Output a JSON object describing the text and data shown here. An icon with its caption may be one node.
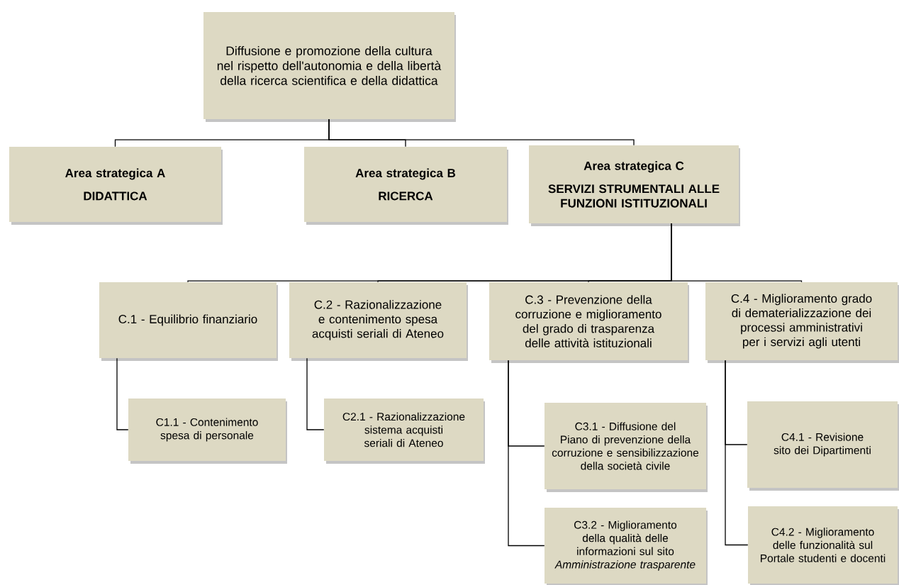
{
  "diagram": {
    "nodes": [
      {
        "text": [
          "Diffusione e promozione della cultura nel rispetto dell'autonomia e della libertà della ricerca scientifica e della didattica"
        ]
      },
      {
        "text": [
          "Area strategica A",
          "DIDATTICA"
        ]
      },
      {
        "text": [
          "Area strategica B",
          "RICERCA"
        ]
      },
      {
        "text": [
          "Area strategica C",
          "SERVIZI STRUMENTALI ALLE FUNZIONI ISTITUZIONALI"
        ]
      },
      {
        "text": [
          "C.1 - Equilibrio finanziario"
        ]
      },
      {
        "text": [
          "C.2 - Razionalizzazione e contenimento spesa acquisti seriali di Ateneo"
        ]
      },
      {
        "text": [
          "C.3 - Prevenzione della corruzione e miglioramento del grado di trasparenza delle attività istituzionali"
        ]
      },
      {
        "text": [
          "C.4 - Miglioramento grado di dematerializzazione dei processi amministrativi per i servizi agli utenti"
        ]
      },
      {
        "text": [
          "C1.1 - Contenimento spesa di personale"
        ]
      },
      {
        "text": [
          "C2.1 -  Razionalizzazione sistema acquisti seriali di Ateneo"
        ]
      },
      {
        "text": [
          "C3.1 - Diffusione del Piano di prevenzione della corruzione e sensibilizzazione della società civile"
        ]
      },
      {
        "text": [
          "C3.2 - Miglioramento della qualità delle informazioni sul sito *Amministrazione trasparente*"
        ]
      },
      {
        "text": [
          "C4.1 - Revisione sito dei Dipartimenti"
        ]
      },
      {
        "text": [
          "C4.2 - Miglioramento delle funzionalità sul Portale studenti e docenti"
        ]
      }
    ],
    "edges": [
      {
        "from": 0,
        "to": 1,
        "arrow": "none"
      },
      {
        "from": 0,
        "to": 2,
        "arrow": "none"
      },
      {
        "from": 0,
        "to": 3,
        "arrow": "none"
      },
      {
        "from": 3,
        "to": 4,
        "arrow": "none"
      },
      {
        "from": 3,
        "to": 5,
        "arrow": "none"
      },
      {
        "from": 3,
        "to": 6,
        "arrow": "none"
      },
      {
        "from": 3,
        "to": 7,
        "arrow": "none"
      },
      {
        "from": 4,
        "to": 8,
        "arrow": "none"
      },
      {
        "from": 5,
        "to": 9,
        "arrow": "none"
      },
      {
        "from": 6,
        "to": 10,
        "arrow": "none"
      },
      {
        "from": 6,
        "to": 11,
        "arrow": "none"
      },
      {
        "from": 7,
        "to": 12,
        "arrow": "none"
      },
      {
        "from": 7,
        "to": 13,
        "arrow": "none"
      }
    ]
  }
}
